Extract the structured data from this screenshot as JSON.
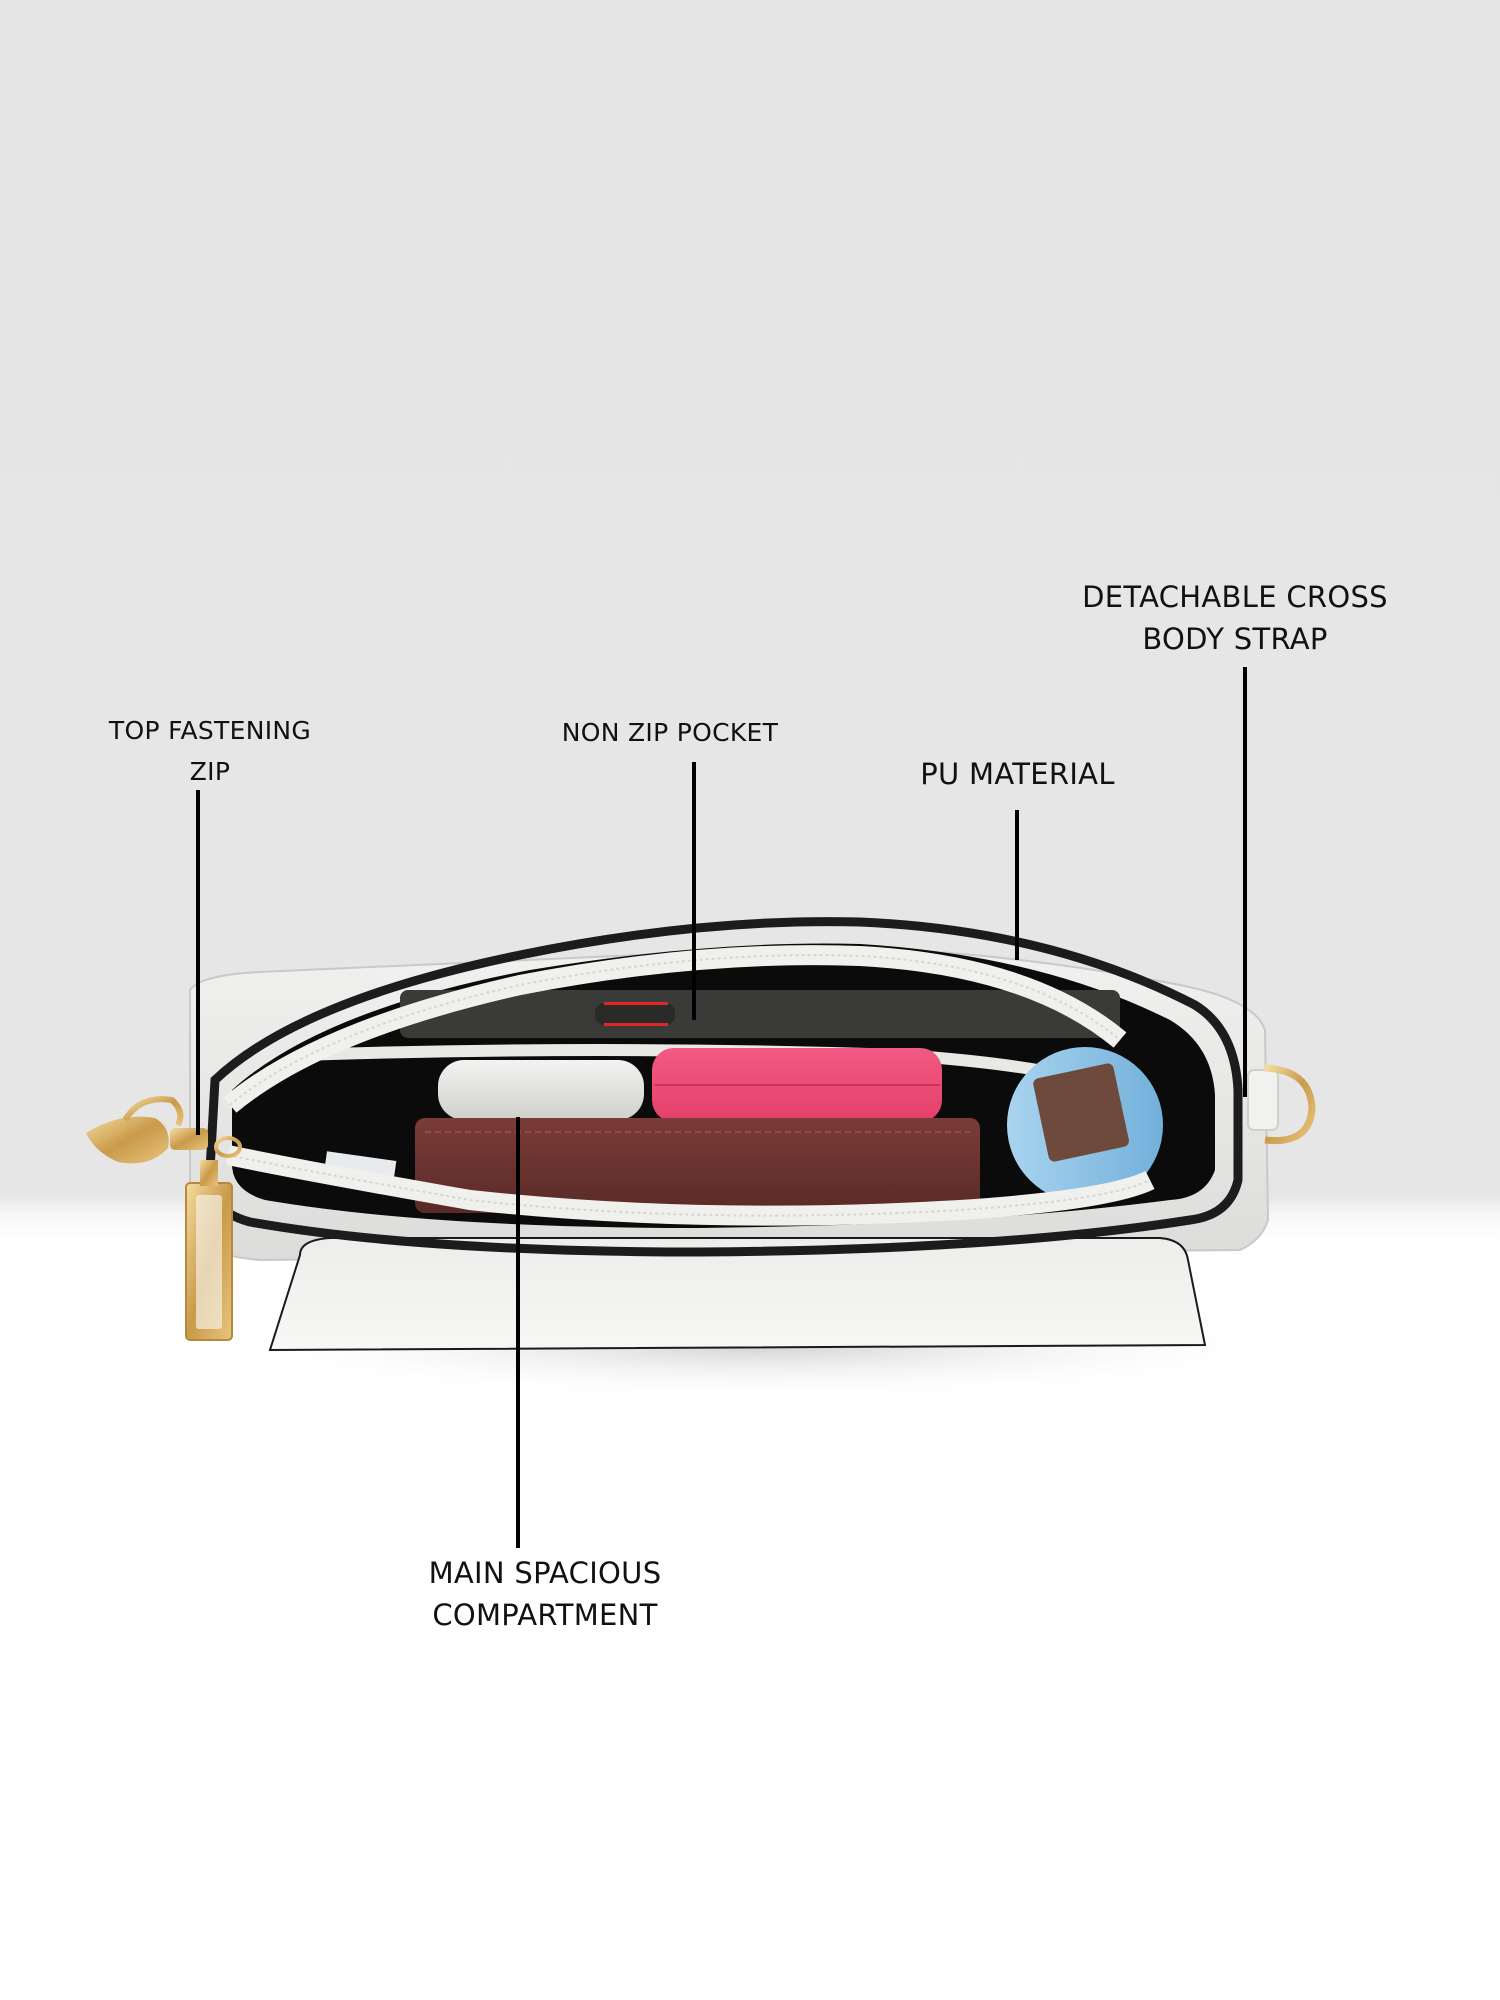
{
  "image": {
    "subject": "Open white crossbody handbag with contents, annotated product features",
    "background": {
      "top_color": "#e5e5e5",
      "bottom_color": "#ffffff"
    }
  },
  "callouts": {
    "top_fastening_zip": {
      "line1": "TOP FASTENING",
      "line2": "ZIP"
    },
    "non_zip_pocket": {
      "line1": "NON ZIP POCKET"
    },
    "pu_material": {
      "line1": "PU MATERIAL"
    },
    "detachable_strap": {
      "line1": "DETACHABLE CROSS",
      "line2": "BODY STRAP"
    },
    "main_compartment": {
      "line1": "MAIN SPACIOUS",
      "line2": "COMPARTMENT"
    }
  },
  "colors": {
    "bag_body": "#ececea",
    "bag_trim": "#1c1c1c",
    "zipper": "#f2f2ef",
    "interior": "#0c0c0c",
    "hardware_gold": "#d4a85a",
    "wallet_brown": "#6b3330",
    "pink_compact": "#ec4d76",
    "white_compact": "#e3e3e0",
    "blue_item": "#8ec3e6",
    "phone_dark": "#3a3a38",
    "phone_accent_red": "#e0262b",
    "leader_line": "#000000",
    "label_text": "#111111"
  }
}
